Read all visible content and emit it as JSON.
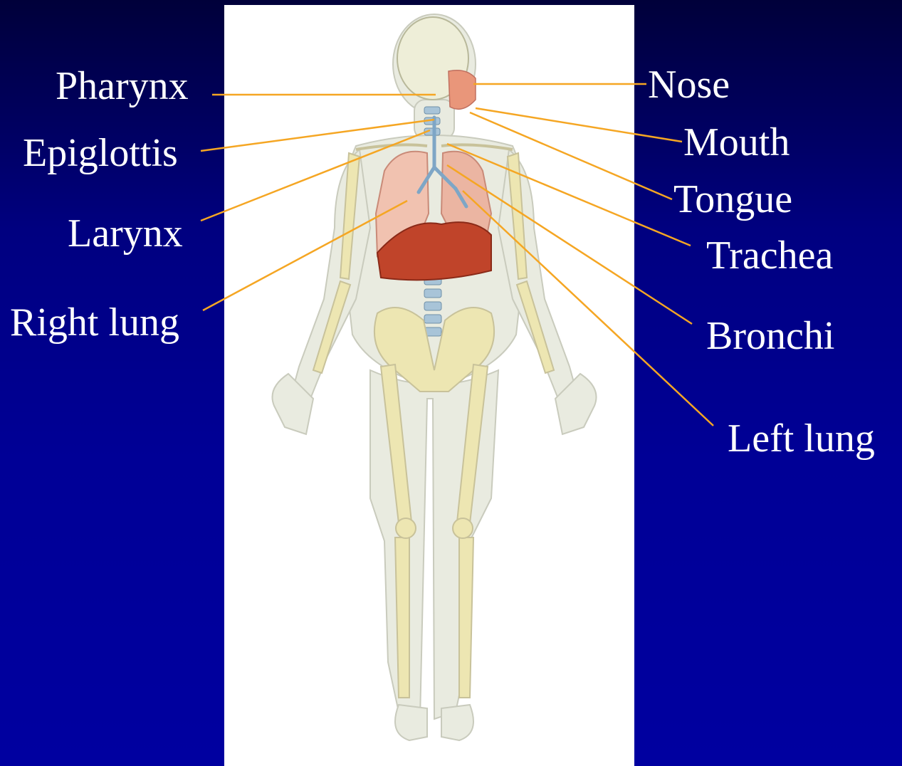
{
  "colors": {
    "background_top": "#00003a",
    "background_bottom": "#0000a0",
    "label_text": "#ffffff",
    "leader_line": "#f5a623",
    "panel": "#ffffff",
    "bone": "#ede6b2",
    "body_outline": "#cfcfc0",
    "lung": "#e8a08a",
    "diaphragm": "#c0442a"
  },
  "labels": {
    "pharynx": "Pharynx",
    "epiglottis": "Epiglottis",
    "larynx": "Larynx",
    "right_lung": "Right lung",
    "nose": "Nose",
    "mouth": "Mouth",
    "tongue": "Tongue",
    "trachea": "Trachea",
    "bronchi": "Bronchi",
    "left_lung": "Left lung"
  }
}
